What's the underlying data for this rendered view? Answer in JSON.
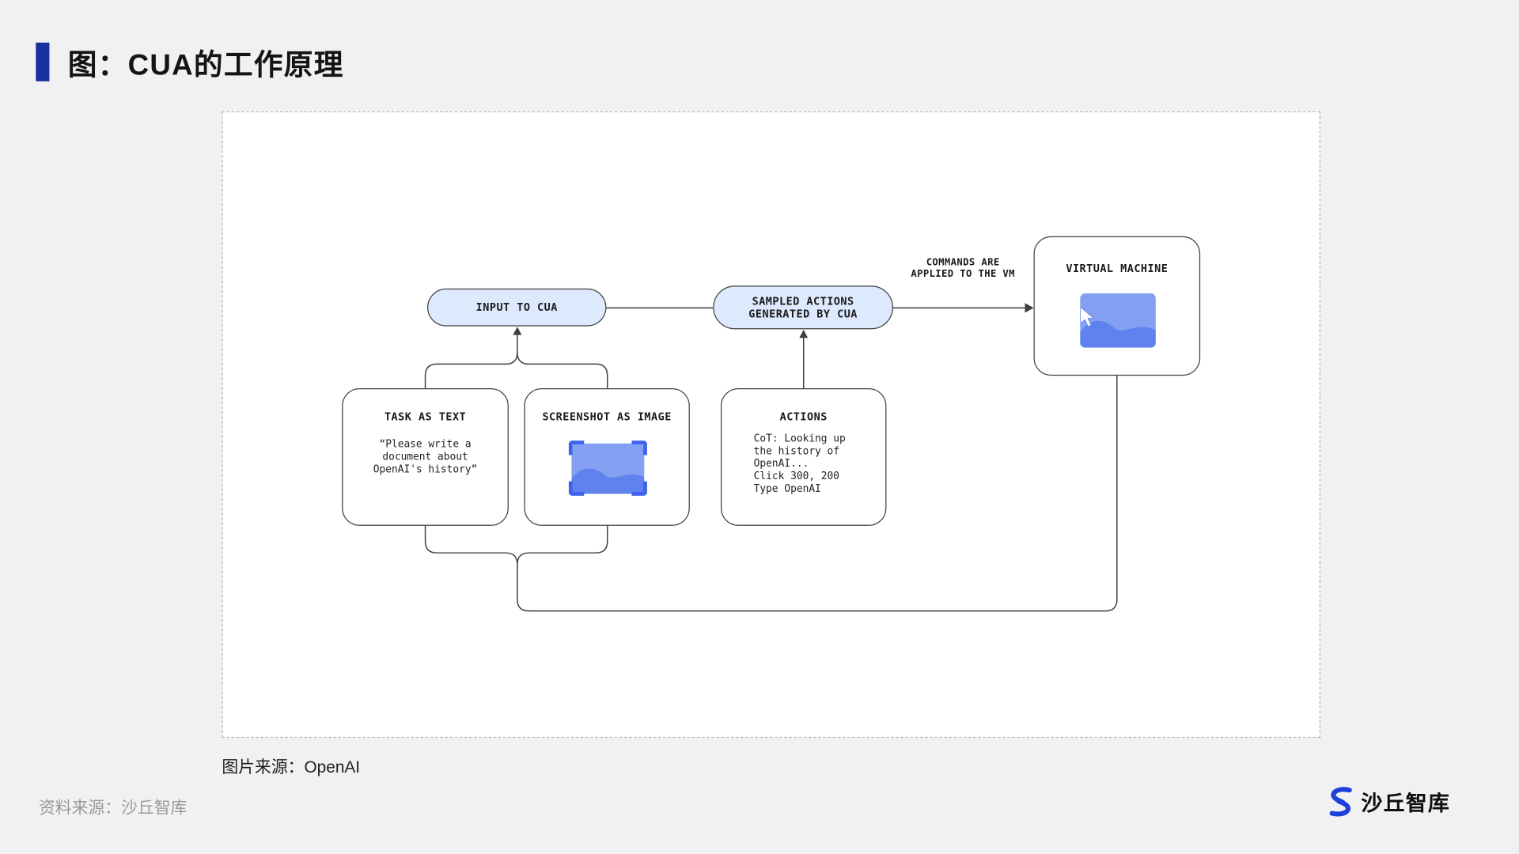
{
  "page": {
    "title": "图：CUA的工作原理",
    "image_caption": "图片来源：OpenAI",
    "source_note": "资料来源：沙丘智库",
    "logo_text": "沙丘智库"
  },
  "diagram": {
    "input_pill": "INPUT TO CUA",
    "sampled_pill": "SAMPLED ACTIONS\nGENERATED BY CUA",
    "commands_label": "COMMANDS ARE\nAPPLIED TO THE VM",
    "vm": {
      "title": "VIRTUAL MACHINE"
    },
    "task": {
      "title": "TASK AS TEXT",
      "body": "“Please write a\ndocument about\nOpenAI's history”"
    },
    "screenshot": {
      "title": "SCREENSHOT AS IMAGE"
    },
    "actions": {
      "title": "ACTIONS",
      "body": "CoT: Looking up\nthe history of\nOpenAI...\nClick 300, 200\nType OpenAI"
    },
    "colors": {
      "accent_blue": "#16329e",
      "pill_fill": "#dde9fc",
      "image_fill": "#84a0f2",
      "mountain_fill": "#5f82ee",
      "bracket_blue": "#3f63ea",
      "line_gray": "#3f3f3f",
      "logo_blue": "#1e40d8"
    }
  }
}
